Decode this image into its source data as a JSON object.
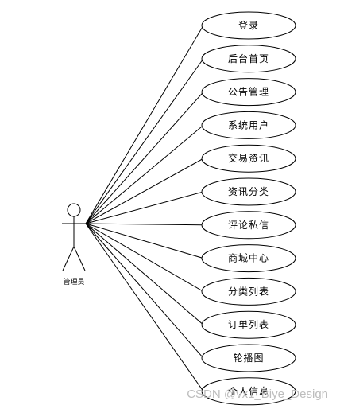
{
  "actor": {
    "label": "管理员"
  },
  "use_cases": [
    {
      "label": "登录"
    },
    {
      "label": "后台首页"
    },
    {
      "label": "公告管理"
    },
    {
      "label": "系统用户"
    },
    {
      "label": "交易资讯"
    },
    {
      "label": "资讯分类"
    },
    {
      "label": "评论私信"
    },
    {
      "label": "商城中心"
    },
    {
      "label": "分类列表"
    },
    {
      "label": "订单列表"
    },
    {
      "label": "轮播图"
    },
    {
      "label": "个人信息"
    }
  ],
  "watermark": "CSDN @vx1_Biye_Design",
  "colors": {
    "stroke": "#000000",
    "watermark": "#bdbdbd",
    "background": "#ffffff"
  }
}
